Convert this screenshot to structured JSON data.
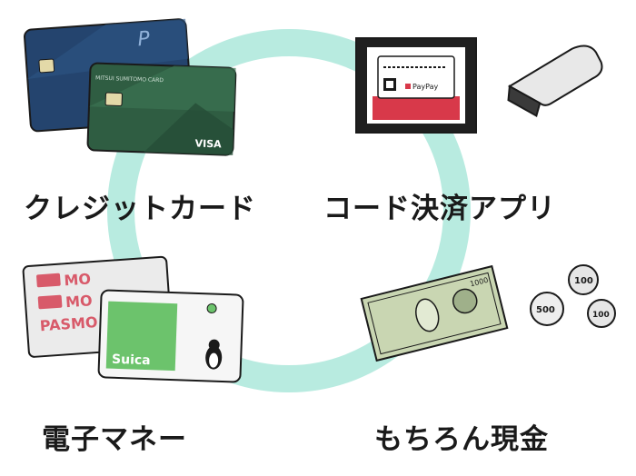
{
  "colors": {
    "ring": "#b8ebe0",
    "card_blue": "#24446e",
    "card_green": "#2f5d42",
    "gold_chip": "#e3d9a8",
    "suica_green": "#6cc36c",
    "pasmo_pink": "#d85a6a",
    "paypay_red": "#d8394a",
    "cash_green": "#c9d6b2"
  },
  "labels": {
    "credit_card": "クレジットカード",
    "code_payment": "コード決済アプリ",
    "emoney": "電子マネー",
    "cash": "もちろん現金"
  },
  "items": {
    "credit": {
      "card_front_brand": "VISA",
      "card_front_text": "MITSUI SUMITOMO CARD",
      "card_back_text": "P"
    },
    "code": {
      "app_name": "PayPay"
    },
    "emoney": {
      "pasmo_lines": [
        "MO",
        "MO",
        "PASMO"
      ],
      "suica_name": "Suica"
    },
    "cash": {
      "bill_value": "1000",
      "coin_values": [
        "100",
        "500",
        "100"
      ]
    }
  }
}
